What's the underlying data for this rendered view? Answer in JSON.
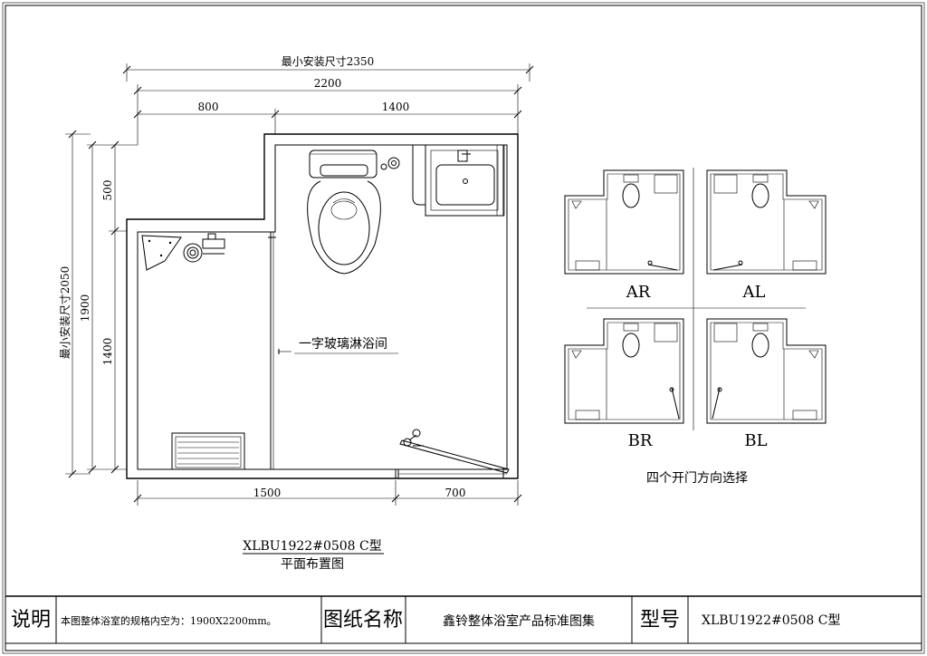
{
  "dims": {
    "min_install_width": "最小安装尺寸2350",
    "inner_width": "2200",
    "left_segment": "800",
    "right_segment": "1400",
    "bottom_left": "1500",
    "bottom_right": "700",
    "min_install_height": "最小安装尺寸2050",
    "inner_height": "1900",
    "upper_height": "500",
    "lower_height": "1400"
  },
  "plan": {
    "shower_label": "一字玻璃淋浴间",
    "model_title": "XLBU1922#0508   C型",
    "plan_caption": "平面布置图"
  },
  "variants": {
    "labels": [
      "AR",
      "AL",
      "BR",
      "BL"
    ],
    "caption": "四个开门方向选择"
  },
  "title_block": {
    "note_label": "说明",
    "note_text": "本图整体浴室的规格内空为：1900X2200mm。",
    "drawing_name_label": "图纸名称",
    "drawing_name": "鑫铃整体浴室产品标准图集",
    "model_label": "型号",
    "model_value": "XLBU1922#0508   C型"
  }
}
